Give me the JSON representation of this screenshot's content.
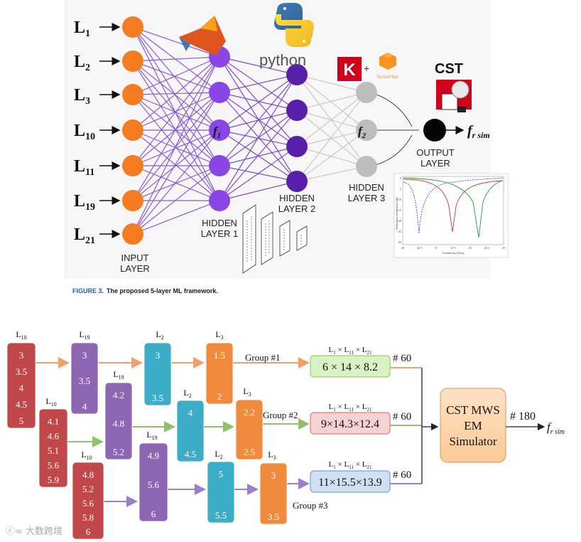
{
  "top": {
    "inputs": [
      {
        "main": "L",
        "sub": "1"
      },
      {
        "main": "L",
        "sub": "2"
      },
      {
        "main": "L",
        "sub": "3"
      },
      {
        "main": "L",
        "sub": "10"
      },
      {
        "main": "L",
        "sub": "11"
      },
      {
        "main": "L",
        "sub": "19"
      },
      {
        "main": "L",
        "sub": "21"
      }
    ],
    "input_layer_label": [
      "INPUT",
      "LAYER"
    ],
    "hidden1_label": [
      "HIDDEN",
      "LAYER 1"
    ],
    "hidden2_label": [
      "HIDDEN",
      "LAYER 2"
    ],
    "hidden3_label": [
      "HIDDEN",
      "LAYER 3"
    ],
    "output_label": [
      "OUTPUT",
      "LAYER"
    ],
    "f1": {
      "main": "f",
      "sub": "1"
    },
    "f2": {
      "main": "f",
      "sub": "2"
    },
    "output_var": {
      "main": "f",
      "sub": "r sim"
    },
    "python_text": "python",
    "keras_letter": "K",
    "plus": "+",
    "tensorflow_text": "TensorFlow",
    "cst_text": "CST",
    "mini_chart": {
      "ylabel": "Reflection coefficient (dB)",
      "xlabel": "Frequency (GHz)",
      "yticks": [
        "0",
        "-5",
        "-10",
        "-15",
        "-20",
        "-25",
        "-30"
      ],
      "xticks": [
        "26",
        "26.5",
        "27",
        "27.5",
        "28",
        "28.5",
        "29"
      ]
    }
  },
  "caption": {
    "label": "FIGURE 3.",
    "text": "The proposed 5-layer ML framework."
  },
  "bottom": {
    "columns": [
      {
        "label": {
          "main": "L",
          "sub": "10"
        },
        "values": [
          "3",
          "3.5",
          "4",
          "4.5",
          "5"
        ],
        "color": "#c0474a"
      },
      {
        "label": {
          "main": "L",
          "sub": "19"
        },
        "values": [
          "3",
          "3.5",
          "4"
        ],
        "color": "#8e67b4"
      },
      {
        "label": {
          "main": "L",
          "sub": "2"
        },
        "values": [
          "3",
          "3.5"
        ],
        "color": "#3cadc6"
      },
      {
        "label": {
          "main": "L",
          "sub": "3"
        },
        "values": [
          "1.5",
          "2"
        ],
        "color": "#f08a3c"
      },
      {
        "label": {
          "main": "L",
          "sub": "10"
        },
        "values": [
          "4.1",
          "4.6",
          "5.1",
          "5.6",
          "5.9"
        ],
        "color": "#c0474a"
      },
      {
        "label": {
          "main": "L",
          "sub": "19"
        },
        "values": [
          "4.2",
          "4.8",
          "5.2"
        ],
        "color": "#8e67b4"
      },
      {
        "label": {
          "main": "L",
          "sub": "2"
        },
        "values": [
          "4",
          "4.5"
        ],
        "color": "#3cadc6"
      },
      {
        "label": {
          "main": "L",
          "sub": "3"
        },
        "values": [
          "2.2",
          "2.5"
        ],
        "color": "#f08a3c"
      },
      {
        "label": {
          "main": "L",
          "sub": "10"
        },
        "values": [
          "4.8",
          "5.2",
          "5.6",
          "5.8",
          "6"
        ],
        "color": "#c0474a"
      },
      {
        "label": {
          "main": "L",
          "sub": "19"
        },
        "values": [
          "4.9",
          "5.6",
          "6"
        ],
        "color": "#8e67b4"
      },
      {
        "label": {
          "main": "L",
          "sub": "2"
        },
        "values": [
          "5",
          "5.5"
        ],
        "color": "#3cadc6"
      },
      {
        "label": {
          "main": "L",
          "sub": "3"
        },
        "values": [
          "3",
          "3.5"
        ],
        "color": "#f08a3c"
      }
    ],
    "groups": [
      {
        "name": "Group #1",
        "product": "6 × 14 × 8.2",
        "count": "# 60",
        "fill": "#d9f2c4",
        "stroke": "#9acd6b",
        "line": "#f0a068"
      },
      {
        "name": "Group #2",
        "product": "9×14.3×12.4",
        "count": "# 60",
        "fill": "#f7d2d2",
        "stroke": "#e07b7b",
        "line": "#8fc16a"
      },
      {
        "name": "Group #3",
        "product": "11×15.5×13.9",
        "count": "# 60",
        "fill": "#cfe0f5",
        "stroke": "#7aa1d8",
        "line": "#9a80c6"
      }
    ],
    "product_header": {
      "parts": [
        {
          "main": "L",
          "sub": "1"
        },
        {
          "main": "L",
          "sub": "11"
        },
        {
          "main": "L",
          "sub": "21"
        }
      ],
      "sep": "×"
    },
    "simulator": [
      "CST MWS",
      "EM",
      "Simulator"
    ],
    "total": "# 180",
    "output_var": {
      "main": "f",
      "sub": "r sim"
    }
  },
  "watermark": "大数跨境"
}
